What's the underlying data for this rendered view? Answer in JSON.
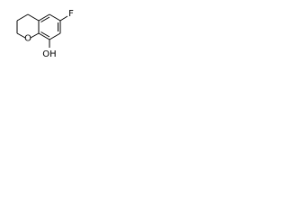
{
  "molecule": {
    "atom_labels": {
      "oxygen": "O",
      "fluorine": "F",
      "hydroxyl": "OH"
    }
  }
}
